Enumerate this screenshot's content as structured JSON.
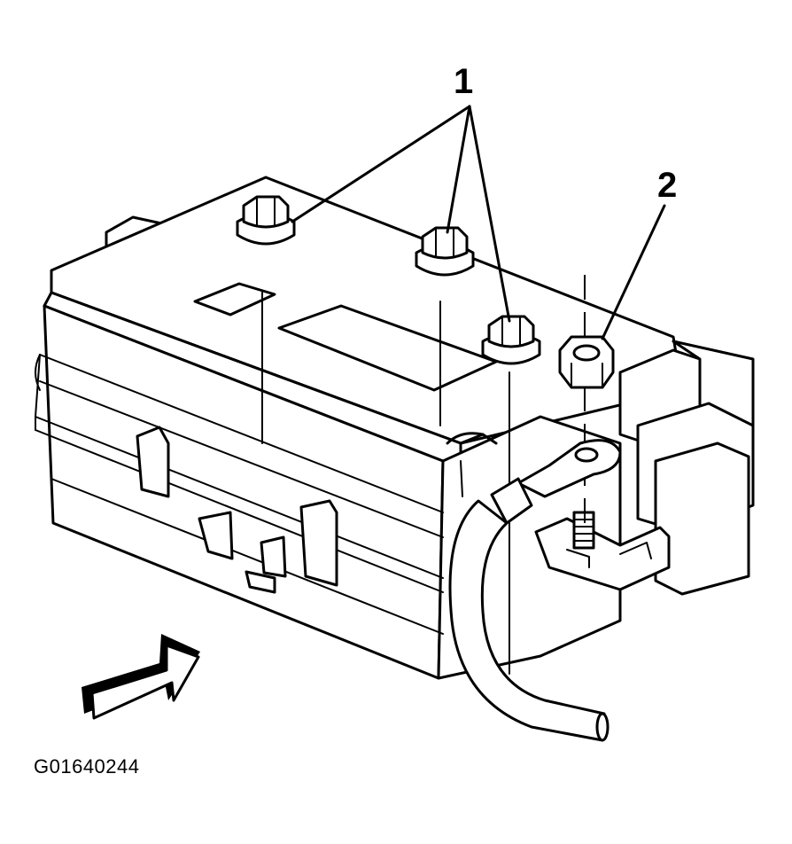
{
  "diagram": {
    "callouts": [
      {
        "id": "1",
        "label": "1"
      },
      {
        "id": "2",
        "label": "2"
      }
    ],
    "figure_id": "G01640244"
  },
  "colors": {
    "line": "#000000",
    "background": "#ffffff"
  }
}
